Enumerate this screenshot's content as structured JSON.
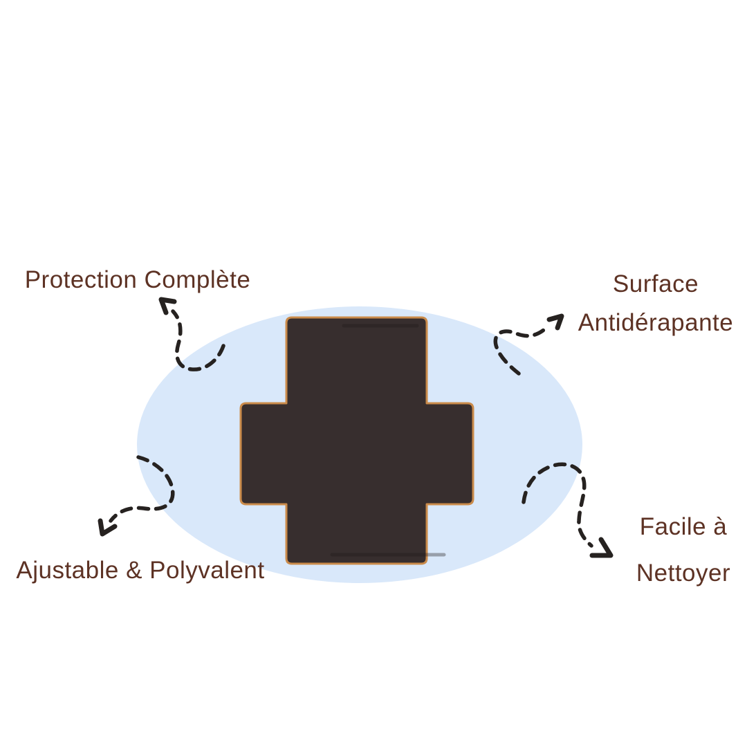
{
  "labels": {
    "top_left": "Protection Complète",
    "top_right_line1": "Surface",
    "top_right_line2": "Antidérapante",
    "bottom_left": "Ajustable & Polyvalent",
    "bottom_right_line1": "Facile à",
    "bottom_right_line2": "Nettoyer"
  },
  "colors": {
    "background": "#ffffff",
    "ellipse": "#d9e8fa",
    "product": "#372e2e",
    "product_edge": "#ca8b4b",
    "label_text": "#5d3224",
    "arrow": "#262220"
  }
}
